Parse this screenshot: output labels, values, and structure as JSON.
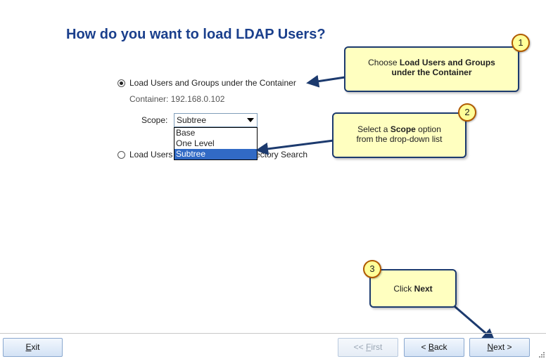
{
  "page": {
    "title": "How do you want to load LDAP Users?"
  },
  "options": {
    "container_option": {
      "label": "Load Users and Groups under the Container",
      "selected": true,
      "container_label": "Container:",
      "container_value": "192.168.0.102"
    },
    "scope": {
      "label": "Scope:",
      "selected": "Subtree",
      "dropdown_options": [
        "Base",
        "One Level",
        "Subtree"
      ]
    },
    "search_option": {
      "label_start": "Load Users",
      "label_end": "rectory Search",
      "selected": false
    }
  },
  "callouts": {
    "c1": {
      "number": "1",
      "line1_pre": "Choose ",
      "line1_bold": "Load Users and Groups",
      "line2_bold": "under the Container"
    },
    "c2": {
      "number": "2",
      "line1_pre": "Select a ",
      "line1_bold": "Scope",
      "line1_post": " option",
      "line2": "from the drop-down list"
    },
    "c3": {
      "number": "3",
      "pre": "Click ",
      "bold": "Next"
    }
  },
  "footer": {
    "exit": {
      "mnemonic": "E",
      "rest": "xit"
    },
    "first": {
      "prefix": "<< ",
      "mnemonic": "F",
      "rest": "irst",
      "enabled": false
    },
    "back": {
      "prefix": "< ",
      "mnemonic": "B",
      "rest": "ack"
    },
    "next": {
      "mnemonic": "N",
      "rest": "ext",
      "suffix": " >"
    }
  },
  "colors": {
    "title": "#1a3f8c",
    "callout_fill": "#ffffc0",
    "callout_border": "#1c3a6e",
    "badge_fill": "#ffff99",
    "badge_border": "#b05a00",
    "arrow": "#1c3a6e",
    "selection": "#316ac5"
  },
  "icons": {
    "radio_selected": "radio-checked-icon",
    "radio_unselected": "radio-unchecked-icon",
    "dropdown": "chevron-down-icon",
    "arrow": "callout-arrow",
    "grip": "resize-grip-icon"
  }
}
